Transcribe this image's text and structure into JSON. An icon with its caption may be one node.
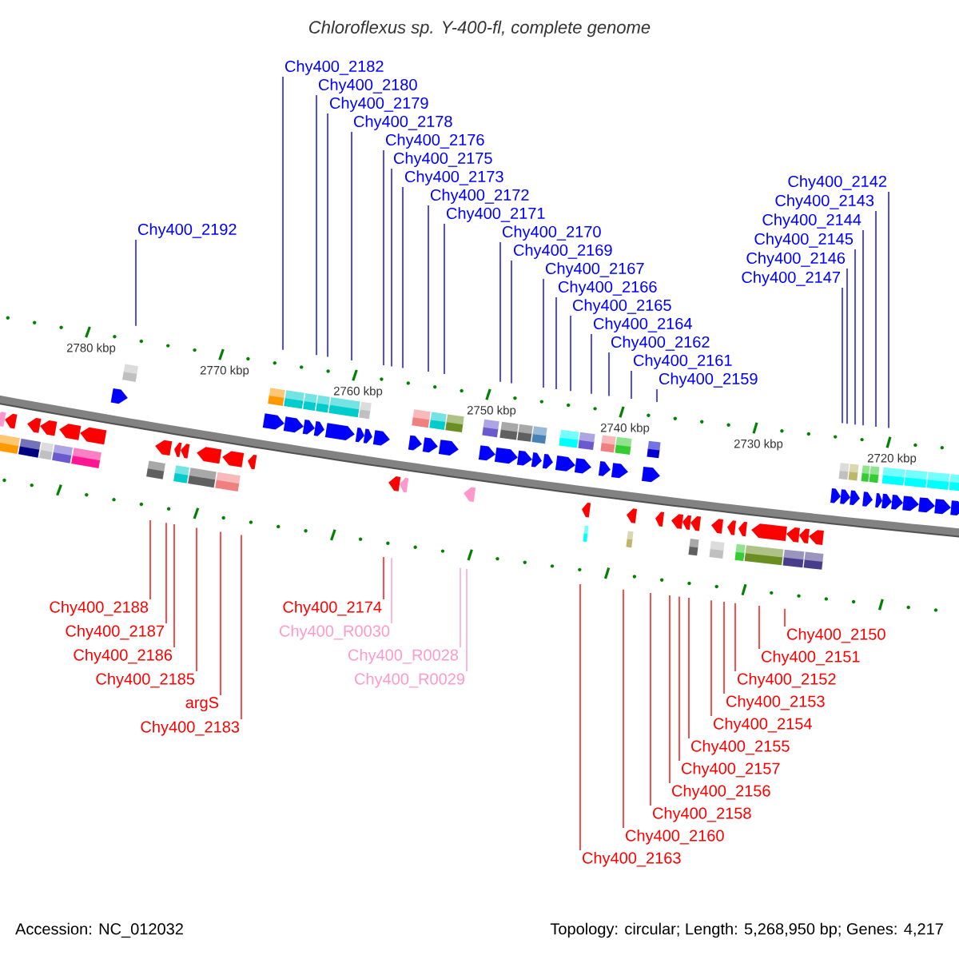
{
  "diagram": {
    "title": "Chloroflexus sp. Y-400-fl, complete genome",
    "nodes": [
      {
        "text": [
          "Chy400_2182"
        ]
      },
      {
        "text": [
          "Chy400_2180"
        ]
      },
      {
        "text": [
          "Chy400_2179"
        ]
      },
      {
        "text": [
          "Chy400_2178"
        ]
      },
      {
        "text": [
          "Chy400_2176"
        ]
      },
      {
        "text": [
          "Chy400_2175"
        ]
      },
      {
        "text": [
          "Chy400_2173"
        ]
      },
      {
        "text": [
          "Chy400_2172"
        ]
      },
      {
        "text": [
          "Chy400_2171"
        ]
      },
      {
        "text": [
          "Chy400_2170"
        ]
      },
      {
        "text": [
          "Chy400_2169"
        ]
      },
      {
        "text": [
          "Chy400_2167"
        ]
      },
      {
        "text": [
          "Chy400_2166"
        ]
      },
      {
        "text": [
          "Chy400_2165"
        ]
      },
      {
        "text": [
          "Chy400_2164"
        ]
      },
      {
        "text": [
          "Chy400_2162"
        ]
      },
      {
        "text": [
          "Chy400_2161"
        ]
      },
      {
        "text": [
          "Chy400_2159"
        ]
      },
      {
        "text": [
          "Chy400_2142"
        ]
      },
      {
        "text": [
          "Chy400_2143"
        ]
      },
      {
        "text": [
          "Chy400_2144"
        ]
      },
      {
        "text": [
          "Chy400_2145"
        ]
      },
      {
        "text": [
          "Chy400_2146"
        ]
      },
      {
        "text": [
          "Chy400_2147"
        ]
      },
      {
        "text": [
          "Chy400_2192"
        ]
      },
      {
        "text": [
          "Chy400_2188"
        ]
      },
      {
        "text": [
          "Chy400_2187"
        ]
      },
      {
        "text": [
          "Chy400_2186"
        ]
      },
      {
        "text": [
          "Chy400_2185"
        ]
      },
      {
        "text": [
          "argS"
        ]
      },
      {
        "text": [
          "Chy400_2183"
        ]
      },
      {
        "text": [
          "Chy400_2174"
        ]
      },
      {
        "text": [
          "Chy400_R0030"
        ]
      },
      {
        "text": [
          "Chy400_R0028"
        ]
      },
      {
        "text": [
          "Chy400_R0029"
        ]
      },
      {
        "text": [
          "Chy400_2150"
        ]
      },
      {
        "text": [
          "Chy400_2151"
        ]
      },
      {
        "text": [
          "Chy400_2152"
        ]
      },
      {
        "text": [
          "Chy400_2153"
        ]
      },
      {
        "text": [
          "Chy400_2154"
        ]
      },
      {
        "text": [
          "Chy400_2155"
        ]
      },
      {
        "text": [
          "Chy400_2157"
        ]
      },
      {
        "text": [
          "Chy400_2156"
        ]
      },
      {
        "text": [
          "Chy400_2158"
        ]
      },
      {
        "text": [
          "Chy400_2160"
        ]
      },
      {
        "text": [
          "Chy400_2163"
        ]
      }
    ],
    "edges": [
      {
        "from": 0,
        "to": null,
        "arrow": "none"
      },
      {
        "from": 1,
        "to": null,
        "arrow": "none"
      },
      {
        "from": 2,
        "to": null,
        "arrow": "none"
      },
      {
        "from": 3,
        "to": null,
        "arrow": "none"
      },
      {
        "from": 4,
        "to": null,
        "arrow": "none"
      },
      {
        "from": 5,
        "to": null,
        "arrow": "none"
      },
      {
        "from": 6,
        "to": null,
        "arrow": "none"
      },
      {
        "from": 7,
        "to": null,
        "arrow": "none"
      },
      {
        "from": 8,
        "to": null,
        "arrow": "none"
      },
      {
        "from": 9,
        "to": null,
        "arrow": "none"
      },
      {
        "from": 10,
        "to": null,
        "arrow": "none"
      },
      {
        "from": 11,
        "to": null,
        "arrow": "none"
      },
      {
        "from": 12,
        "to": null,
        "arrow": "none"
      },
      {
        "from": 13,
        "to": null,
        "arrow": "none"
      },
      {
        "from": 14,
        "to": null,
        "arrow": "none"
      },
      {
        "from": 15,
        "to": null,
        "arrow": "none"
      },
      {
        "from": 16,
        "to": null,
        "arrow": "none"
      },
      {
        "from": 17,
        "to": null,
        "arrow": "none"
      },
      {
        "from": 18,
        "to": null,
        "arrow": "none"
      },
      {
        "from": 19,
        "to": null,
        "arrow": "none"
      },
      {
        "from": 20,
        "to": null,
        "arrow": "none"
      },
      {
        "from": 21,
        "to": null,
        "arrow": "none"
      },
      {
        "from": 22,
        "to": null,
        "arrow": "none"
      },
      {
        "from": 23,
        "to": null,
        "arrow": "none"
      },
      {
        "from": 24,
        "to": null,
        "arrow": "none"
      },
      {
        "from": 25,
        "to": null,
        "arrow": "none",
        "color": "#ff0000"
      },
      {
        "from": 26,
        "to": null,
        "arrow": "none",
        "color": "#ff0000"
      },
      {
        "from": 27,
        "to": null,
        "arrow": "none",
        "color": "#ff0000"
      },
      {
        "from": 28,
        "to": null,
        "arrow": "none",
        "color": "#ff0000"
      },
      {
        "from": 29,
        "to": null,
        "arrow": "none",
        "color": "#ff0000"
      },
      {
        "from": 30,
        "to": null,
        "arrow": "none",
        "color": "#ff0000"
      },
      {
        "from": 31,
        "to": null,
        "arrow": "none",
        "color": "#ff0000"
      },
      {
        "from": 32,
        "to": null,
        "arrow": "none",
        "color": "#ff99cc"
      },
      {
        "from": 33,
        "to": null,
        "arrow": "none",
        "color": "#ff99cc"
      },
      {
        "from": 34,
        "to": null,
        "arrow": "none",
        "color": "#ff99cc"
      },
      {
        "from": 35,
        "to": null,
        "arrow": "none",
        "color": "#ff0000"
      },
      {
        "from": 36,
        "to": null,
        "arrow": "none",
        "color": "#ff0000"
      },
      {
        "from": 37,
        "to": null,
        "arrow": "none",
        "color": "#ff0000"
      },
      {
        "from": 38,
        "to": null,
        "arrow": "none",
        "color": "#ff0000"
      },
      {
        "from": 39,
        "to": null,
        "arrow": "none",
        "color": "#ff0000"
      },
      {
        "from": 40,
        "to": null,
        "arrow": "none",
        "color": "#ff0000"
      },
      {
        "from": 41,
        "to": null,
        "arrow": "none",
        "color": "#ff0000"
      },
      {
        "from": 42,
        "to": null,
        "arrow": "none",
        "color": "#ff0000"
      },
      {
        "from": 43,
        "to": null,
        "arrow": "none",
        "color": "#ff0000"
      },
      {
        "from": 44,
        "to": null,
        "arrow": "none",
        "color": "#ff0000"
      },
      {
        "from": 45,
        "to": null,
        "arrow": "none",
        "color": "#ff0000"
      }
    ],
    "labels": [
      "2780 kbp",
      "2770 kbp",
      "2760 kbp",
      "2750 kbp",
      "2740 kbp",
      "2730 kbp",
      "2720 kbp",
      "Accession: NC_012032",
      "Topology: circular; Length: 5,268,950 bp; Genes: 4,217"
    ]
  }
}
